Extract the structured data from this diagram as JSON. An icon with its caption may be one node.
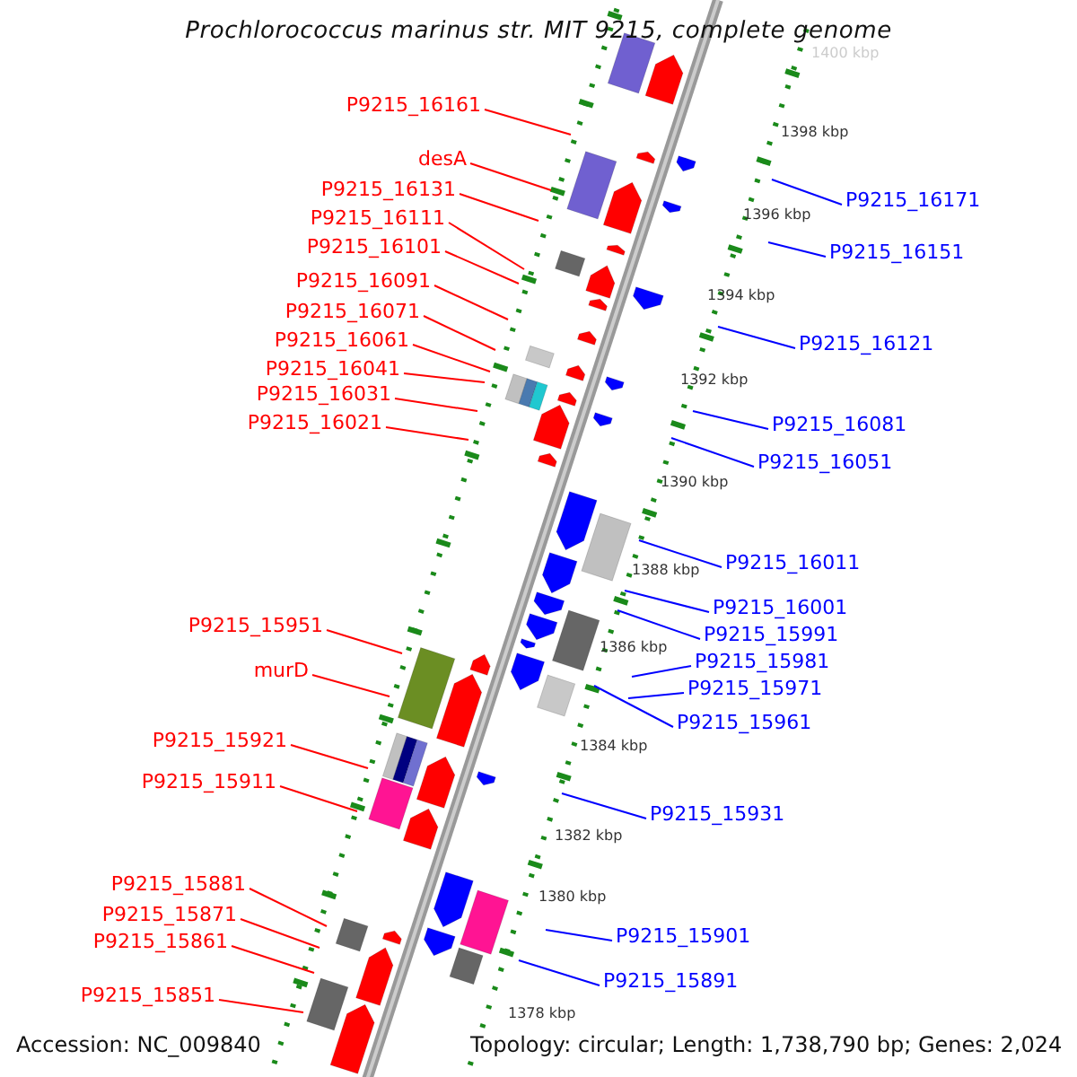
{
  "diagram": {
    "title": "Prochlorococcus marinus str. MIT 9215, complete genome",
    "nodes": [
      {
        "text": [
          "P9215_16161"
        ]
      },
      {
        "text": [
          "desA"
        ]
      },
      {
        "text": [
          "P9215_16131"
        ]
      },
      {
        "text": [
          "P9215_16111"
        ]
      },
      {
        "text": [
          "P9215_16101"
        ]
      },
      {
        "text": [
          "P9215_16091"
        ]
      },
      {
        "text": [
          "P9215_16071"
        ]
      },
      {
        "text": [
          "P9215_16061"
        ]
      },
      {
        "text": [
          "P9215_16041"
        ]
      },
      {
        "text": [
          "P9215_16031"
        ]
      },
      {
        "text": [
          "P9215_16021"
        ]
      },
      {
        "text": [
          "P9215_15951"
        ]
      },
      {
        "text": [
          "murD"
        ]
      },
      {
        "text": [
          "P9215_15921"
        ]
      },
      {
        "text": [
          "P9215_15911"
        ]
      },
      {
        "text": [
          "P9215_15881"
        ]
      },
      {
        "text": [
          "P9215_15871"
        ]
      },
      {
        "text": [
          "P9215_15861"
        ]
      },
      {
        "text": [
          "P9215_15851"
        ]
      },
      {
        "text": [
          "P9215_16171"
        ]
      },
      {
        "text": [
          "P9215_16151"
        ]
      },
      {
        "text": [
          "P9215_16121"
        ]
      },
      {
        "text": [
          "P9215_16081"
        ]
      },
      {
        "text": [
          "P9215_16051"
        ]
      },
      {
        "text": [
          "P9215_16011"
        ]
      },
      {
        "text": [
          "P9215_16001"
        ]
      },
      {
        "text": [
          "P9215_15991"
        ]
      },
      {
        "text": [
          "P9215_15981"
        ]
      },
      {
        "text": [
          "P9215_15971"
        ]
      },
      {
        "text": [
          "P9215_15961"
        ]
      },
      {
        "text": [
          "P9215_15931"
        ]
      },
      {
        "text": [
          "P9215_15901"
        ]
      },
      {
        "text": [
          "P9215_15891"
        ]
      }
    ],
    "edges": [
      {
        "from": 0,
        "to": null,
        "arrow": "none"
      },
      {
        "from": 1,
        "to": null,
        "arrow": "none"
      },
      {
        "from": 2,
        "to": null,
        "arrow": "none"
      },
      {
        "from": 3,
        "to": null,
        "arrow": "none"
      },
      {
        "from": 4,
        "to": null,
        "arrow": "none"
      },
      {
        "from": 5,
        "to": null,
        "arrow": "none"
      },
      {
        "from": 6,
        "to": null,
        "arrow": "none"
      },
      {
        "from": 7,
        "to": null,
        "arrow": "none"
      },
      {
        "from": 8,
        "to": null,
        "arrow": "none"
      },
      {
        "from": 9,
        "to": null,
        "arrow": "none"
      },
      {
        "from": 10,
        "to": null,
        "arrow": "none"
      },
      {
        "from": 11,
        "to": null,
        "arrow": "none"
      },
      {
        "from": 12,
        "to": null,
        "arrow": "none"
      },
      {
        "from": 13,
        "to": null,
        "arrow": "none"
      },
      {
        "from": 14,
        "to": null,
        "arrow": "none"
      },
      {
        "from": 15,
        "to": null,
        "arrow": "none"
      },
      {
        "from": 16,
        "to": null,
        "arrow": "none"
      },
      {
        "from": 17,
        "to": null,
        "arrow": "none"
      },
      {
        "from": 18,
        "to": null,
        "arrow": "none"
      },
      {
        "from": 19,
        "to": null,
        "arrow": "none",
        "color": "#0000ff"
      },
      {
        "from": 20,
        "to": null,
        "arrow": "none",
        "color": "#0000ff"
      },
      {
        "from": 21,
        "to": null,
        "arrow": "none",
        "color": "#0000ff"
      },
      {
        "from": 22,
        "to": null,
        "arrow": "none",
        "color": "#0000ff"
      },
      {
        "from": 23,
        "to": null,
        "arrow": "none",
        "color": "#0000ff"
      },
      {
        "from": 24,
        "to": null,
        "arrow": "none",
        "color": "#0000ff"
      },
      {
        "from": 25,
        "to": null,
        "arrow": "none",
        "color": "#0000ff"
      },
      {
        "from": 26,
        "to": null,
        "arrow": "none",
        "color": "#0000ff"
      },
      {
        "from": 27,
        "to": null,
        "arrow": "none",
        "color": "#0000ff"
      },
      {
        "from": 28,
        "to": null,
        "arrow": "none",
        "color": "#0000ff"
      },
      {
        "from": 29,
        "to": null,
        "arrow": "none",
        "color": "#0000ff"
      },
      {
        "from": 30,
        "to": null,
        "arrow": "none",
        "color": "#0000ff"
      },
      {
        "from": 31,
        "to": null,
        "arrow": "none",
        "color": "#0000ff"
      },
      {
        "from": 32,
        "to": null,
        "arrow": "none",
        "color": "#0000ff"
      }
    ],
    "labels": [
      "1400 kbp",
      "1398 kbp",
      "1396 kbp",
      "1394 kbp",
      "1392 kbp",
      "1390 kbp",
      "1388 kbp",
      "1386 kbp",
      "1384 kbp",
      "1382 kbp",
      "1380 kbp",
      "1378 kbp",
      "Accession: NC_009840",
      "Topology: circular; Length: 1,738,790 bp; Genes: 2,024"
    ]
  }
}
